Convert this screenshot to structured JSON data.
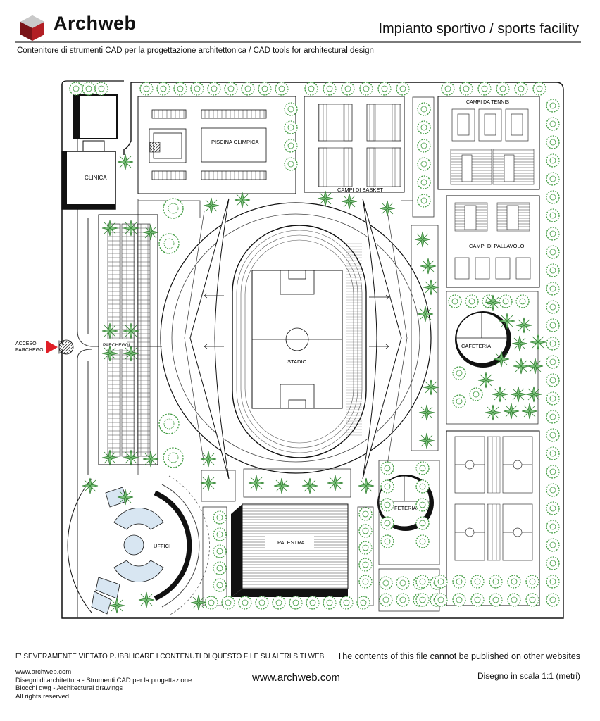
{
  "header": {
    "brand": "Archweb",
    "title": "Impianto sportivo  /  sports facility",
    "subtitle": "Contenitore di strumenti CAD per la progettazione architettonica  /  CAD tools for architectural design"
  },
  "plan": {
    "labels": {
      "piscina": "PISCINA OLIMPICA",
      "clinica": "CLINICA",
      "basket": "CAMPI DI BASKET",
      "tennis": "CAMPI DA TENNIS",
      "pallavolo": "CAMPI DI PALLAVOLO",
      "stadio": "STADIO",
      "parcheggi": "PARCHEGGI",
      "acceso_1": "ACCESO",
      "acceso_2": "PARCHEGGI",
      "cafeteria": "CAFETERIA",
      "caffeteria": "CAFFETERIA",
      "uffici": "UFFICI",
      "palestra": "PALESTRA"
    }
  },
  "footer": {
    "warning_it": "E' SEVERAMENTE VIETATO PUBBLICARE I CONTENUTI DI QUESTO FILE SU ALTRI SITI WEB",
    "warning_en": "The contents of this file cannot be published on other websites",
    "lines": [
      "www.archweb.com",
      "Disegni di architettura - Strumenti CAD  per la progettazione",
      "Blocchi dwg - Architectural drawings",
      "All rights reserved"
    ],
    "center": "www.archweb.com",
    "scale": "Disegno in scala 1:1 (metri)"
  },
  "colors": {
    "tree": "#3e9a3e",
    "accent": "#e01e26",
    "rule": "#7a7a7a"
  }
}
